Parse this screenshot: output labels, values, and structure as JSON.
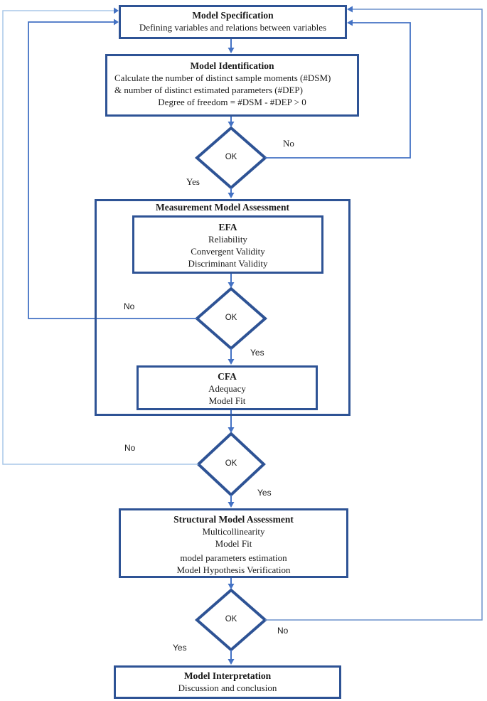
{
  "colors": {
    "box_border": "#2e5395",
    "connector": "#4472c4",
    "loop_light": "#a9c7e8",
    "loop_medium": "#6b91cb",
    "text": "#1a1a1a"
  },
  "nodes": {
    "model_specification": {
      "title": "Model Specification",
      "line1": "Defining variables and relations between variables"
    },
    "model_identification": {
      "title": "Model Identification",
      "line1": "Calculate the number of distinct sample moments (#DSM)",
      "line2": "& number of distinct estimated parameters (#DEP)",
      "line3": "Degree of freedom = #DSM -  #DEP > 0"
    },
    "measurement_container": {
      "title": "Measurement Model Assessment"
    },
    "efa": {
      "title": "EFA",
      "line1": "Reliability",
      "line2": "Convergent Validity",
      "line3": "Discriminant Validity"
    },
    "cfa": {
      "title": "CFA",
      "line1": "Adequacy",
      "line2": "Model Fit"
    },
    "structural": {
      "title": "Structural Model Assessment",
      "line1": "Multicollinearity",
      "line2": "Model Fit",
      "line3": "model parameters estimation",
      "line4": "Model Hypothesis Verification"
    },
    "interpretation": {
      "title": "Model Interpretation",
      "line1": "Discussion and conclusion"
    }
  },
  "decisions": {
    "identification_ok": {
      "label": "OK",
      "no": "No",
      "yes": "Yes"
    },
    "efa_ok": {
      "label": "OK",
      "no": "No",
      "yes": "Yes"
    },
    "cfa_ok": {
      "label": "OK",
      "no": "No",
      "yes": "Yes"
    },
    "structural_ok": {
      "label": "OK",
      "no": "No",
      "yes": "Yes"
    }
  }
}
